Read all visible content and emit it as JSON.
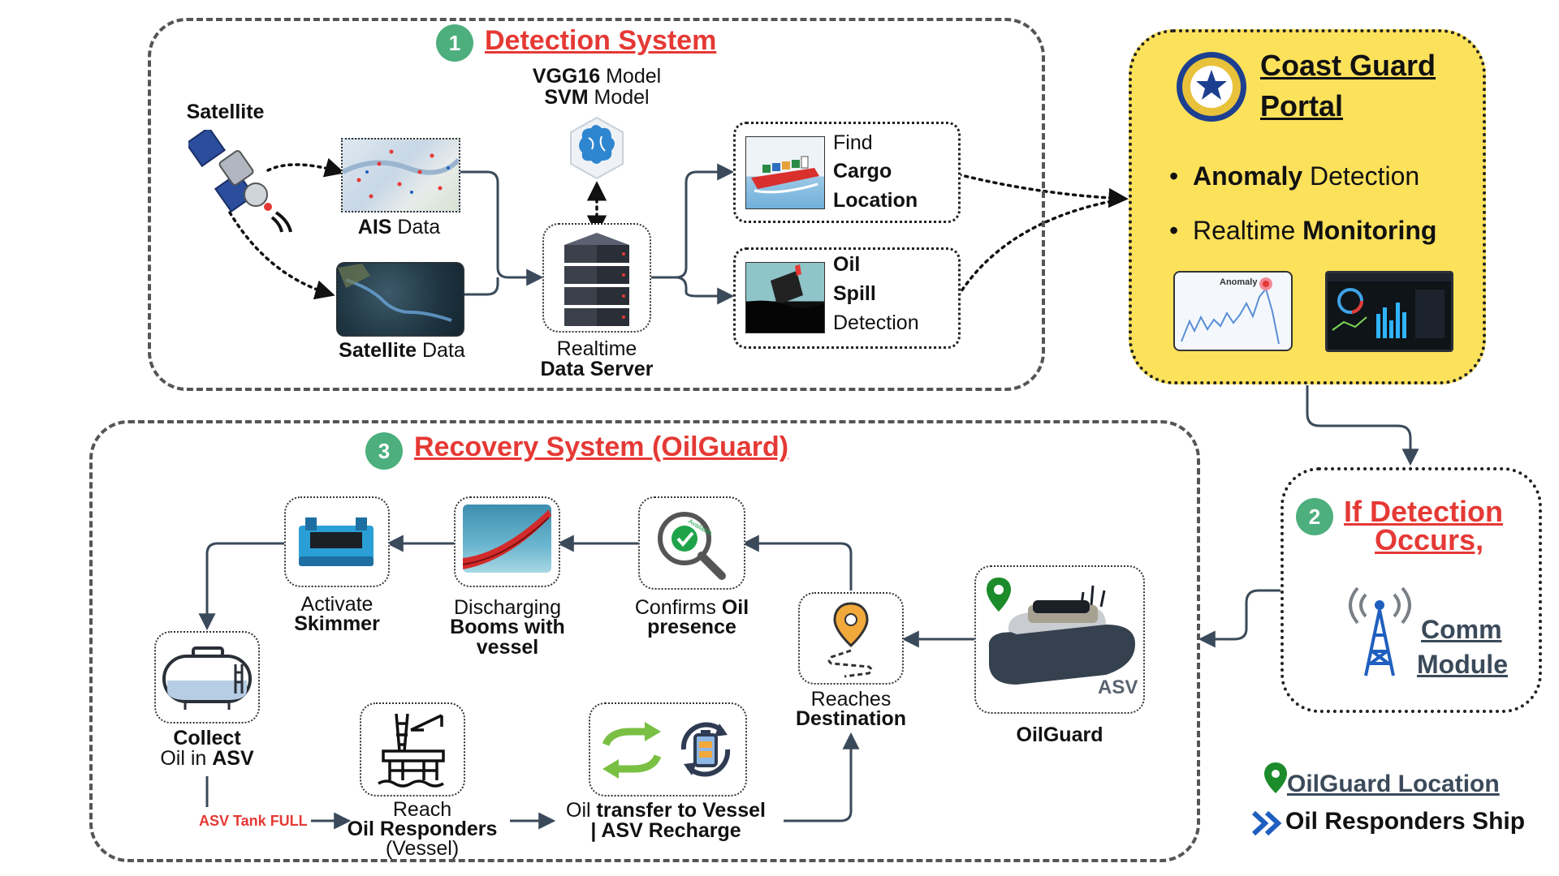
{
  "detection": {
    "badge": "1",
    "title": "Detection System",
    "satellite_label": "Satellite",
    "model_line1_bold": "VGG16",
    "model_line1_rest": " Model",
    "model_line2_bold": "SVM",
    "model_line2_rest": " Model",
    "ais_bold": "AIS",
    "ais_rest": " Data",
    "sat_bold": "Satellite",
    "sat_rest": " Data",
    "server_line1": "Realtime",
    "server_line2": "Data Server",
    "cargo_line1": "Find",
    "cargo_line2": "Cargo",
    "cargo_line3": "Location",
    "oil_line1": "Oil",
    "oil_line2": "Spill",
    "oil_line3": "Detection"
  },
  "portal": {
    "title_line1": "Coast Guard",
    "title_line2": "Portal",
    "bullet1_bold": "Anomaly",
    "bullet1_rest": " Detection",
    "bullet2_rest": "Realtime ",
    "bullet2_bold": "Monitoring",
    "chart_label": "Anomaly",
    "bg_color": "#fce15b"
  },
  "comm": {
    "badge": "2",
    "title_line1": "If  Detection",
    "title_line2": "Occurs,",
    "module_line1": "Comm",
    "module_line2": "Module"
  },
  "recovery": {
    "badge": "3",
    "title": "Recovery System (OilGuard)",
    "skimmer_line1": "Activate",
    "skimmer_line2": "Skimmer",
    "booms_line1": "Discharging",
    "booms_line2": "Booms with",
    "booms_line3": "vessel",
    "confirm_line1_rest": "Confirms ",
    "confirm_line1_bold": "Oil",
    "confirm_line2": "presence",
    "available_stamp": "Available",
    "dest_line1": "Reaches",
    "dest_line2": "Destination",
    "oilguard_label": "OilGuard",
    "asv_tag": "ASV",
    "collect_line1": "Collect",
    "collect_line2_rest": "Oil in ",
    "collect_line2_bold": "ASV",
    "tank_full": "ASV Tank FULL",
    "reach_line1": "Reach",
    "reach_line2": "Oil Responders",
    "reach_line3": "(Vessel)",
    "transfer_line1_rest": "Oil ",
    "transfer_line1_bold": "transfer to Vessel",
    "transfer_line2": "| ASV Recharge"
  },
  "legend": {
    "location_label": "OilGuard Location",
    "ship_label": "Oil Responders Ship"
  },
  "colors": {
    "accent_red": "#e53935",
    "badge_green": "#4caf7d",
    "portal_yellow": "#fce15b",
    "arrow_gray": "#3b4a5a",
    "legend_blue": "#1f5fbf"
  }
}
